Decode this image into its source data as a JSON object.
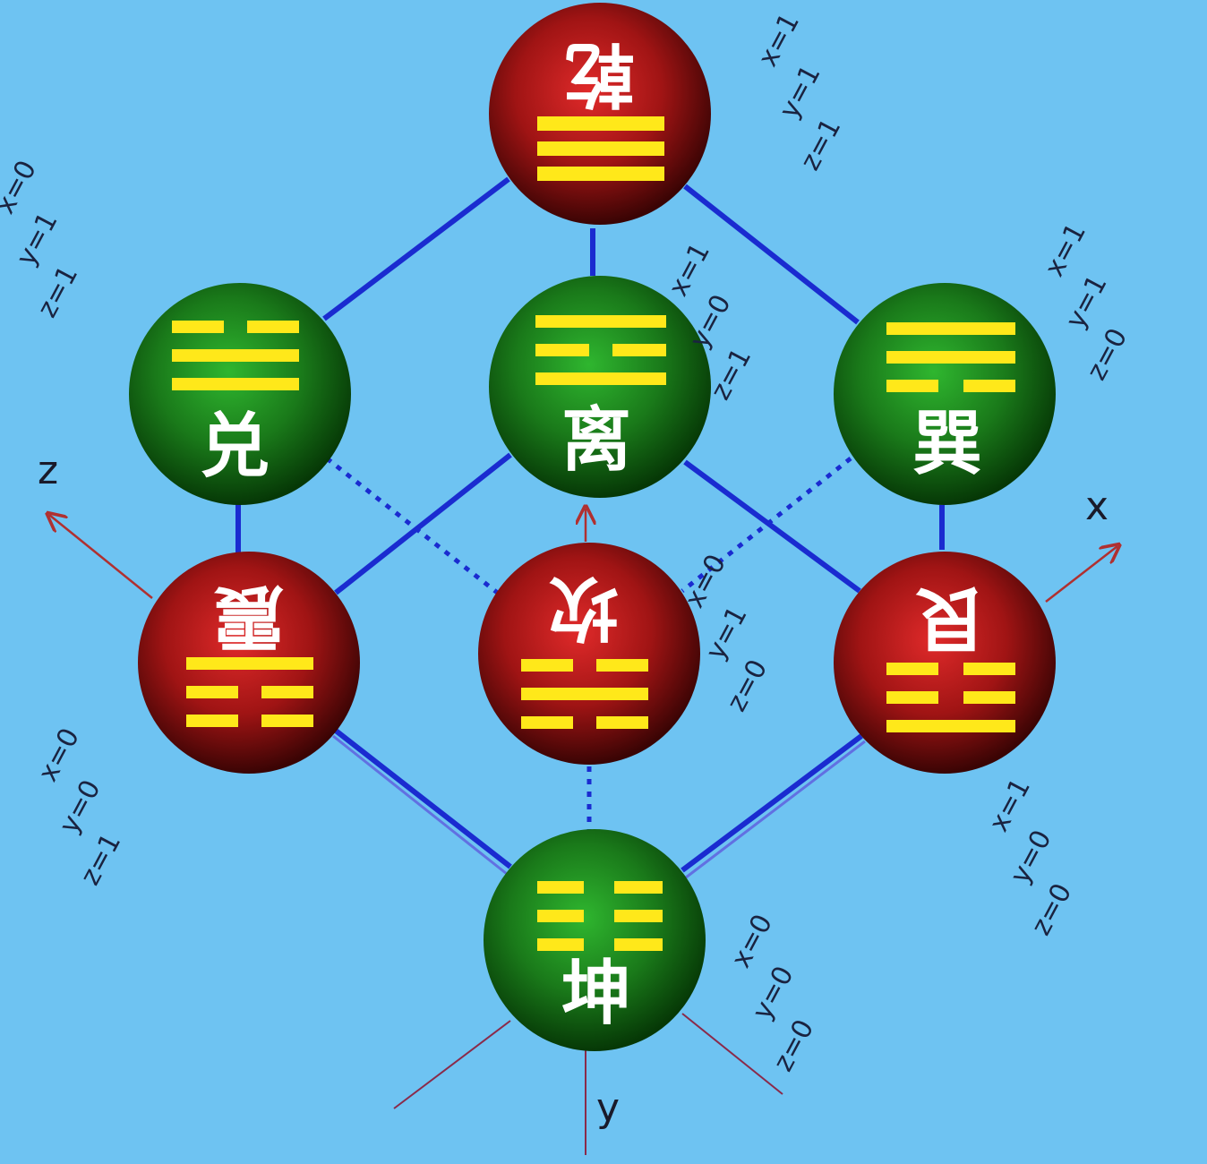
{
  "axes": {
    "x": "x",
    "y": "y",
    "z": "z"
  },
  "colors": {
    "background": "#6ec3f2",
    "edge": "#1a2bd0",
    "red_node": "#a01414",
    "green_node": "#1a7a1a",
    "line_yang": "#ffe81a",
    "axis_arrow": "#b03030"
  },
  "nodes": {
    "qian": {
      "name": "乾",
      "coords": [
        "x=1",
        "y=1",
        "z=1"
      ],
      "lines": [
        "yang",
        "yang",
        "yang"
      ],
      "color": "red"
    },
    "dui": {
      "name": "兑",
      "coords": [
        "x=0",
        "y=1",
        "z=1"
      ],
      "lines": [
        "yin",
        "yang",
        "yang"
      ],
      "color": "green"
    },
    "li": {
      "name": "离",
      "coords": [
        "x=1",
        "y=0",
        "z=1"
      ],
      "lines": [
        "yang",
        "yin",
        "yang"
      ],
      "color": "green"
    },
    "xun": {
      "name": "巽",
      "coords": [
        "x=1",
        "y=1",
        "z=0"
      ],
      "lines": [
        "yang",
        "yang",
        "yin"
      ],
      "color": "green"
    },
    "zhen": {
      "name": "震",
      "coords": [
        "x=0",
        "y=0",
        "z=1"
      ],
      "lines": [
        "yang",
        "yin",
        "yin"
      ],
      "color": "red"
    },
    "kan": {
      "name": "坎",
      "coords": [
        "x=0",
        "y=1",
        "z=0"
      ],
      "lines": [
        "yin",
        "yang",
        "yin"
      ],
      "color": "red"
    },
    "gen": {
      "name": "艮",
      "coords": [
        "x=1",
        "y=0",
        "z=0"
      ],
      "lines": [
        "yin",
        "yin",
        "yang"
      ],
      "color": "red"
    },
    "kun": {
      "name": "坤",
      "coords": [
        "x=0",
        "y=0",
        "z=0"
      ],
      "lines": [
        "yin",
        "yin",
        "yin"
      ],
      "color": "green"
    }
  }
}
